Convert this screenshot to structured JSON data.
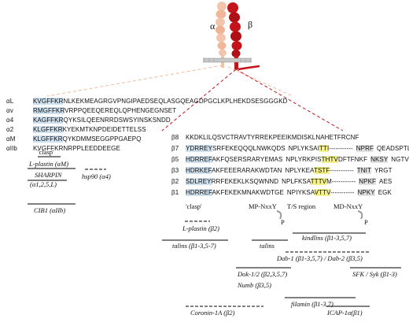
{
  "header": {
    "alpha_label": "α",
    "beta_label": "β"
  },
  "alpha_rows": [
    {
      "name": "αL",
      "hl": "KVGFFKR",
      "rest": "NLKEKMEAGRGVPNGIPAEDSEQLASGQEAGDPGCLKPLHEKDSESGGGKD"
    },
    {
      "name": "αv",
      "hl": "RMGFFKR",
      "rest": "VRPPQEEQEREQLQPHENGEGNSET"
    },
    {
      "name": "α4",
      "hl": "KAGFFKR",
      "rest": "QYKSILQEENRRDSWSYINSKSNDD"
    },
    {
      "name": "α2",
      "hl": "KLGFFKR",
      "rest": "KYEKMTKNPDEIDETTELSS"
    },
    {
      "name": "αM",
      "hl": "KLGFFKR",
      "rest": "QYKDMMSEGGPPGAEPQ"
    },
    {
      "name": "αIIb",
      "hl": "",
      "rest": "KVGFFKRNRPPLEEDDEEGE"
    }
  ],
  "alpha_clasp": "'clasp'",
  "alpha_binders": [
    {
      "text": "L-plastin (αM)"
    },
    {
      "text": "SHARPIN"
    },
    {
      "text": "(α1,2,5,L)"
    },
    {
      "text": "hsp90 (α4)"
    },
    {
      "text": "CIB1 (αIIb)"
    }
  ],
  "beta_rows": [
    {
      "name": "β8",
      "blue": "",
      "a": "KKDKLILQSVCTRAVTYRREKPEEIKMDISKLNAHETFRCNF",
      "b": "",
      "yel": "",
      "c": "",
      "grey": "",
      "d": ""
    },
    {
      "name": "β7",
      "blue": "YDRREY",
      "a": "SRFEKEQQQLNWKQDS",
      "b": "NPLY",
      "c": "KSAI",
      "yel": "TTI",
      "d": "-----------",
      "grey": "NPRF",
      "e": "QEADSPTL"
    },
    {
      "name": "β5",
      "blue": "HDRREF",
      "a": "AKFQSERSRARYEMAS",
      "b": "NPLY",
      "c": "RKPIS",
      "yel": "THTV",
      "d": "DFTFNKF",
      "grey": "NKSY",
      "e": "NGTVD"
    },
    {
      "name": "β3",
      "blue": "HDRKEF",
      "a": "AKFEEERARAKWDTAN",
      "b": "NPLY",
      "c": "KEA",
      "yel": "TSTF",
      "d": "-----------",
      "grey": "TNIT",
      "e": "YRGT"
    },
    {
      "name": "β2",
      "blue": "SDLREY",
      "a": "RRFEKEKLKSQWNND",
      "b": "NPLF",
      "c": "KSA",
      "yel": "TTTV",
      "d": "M-----------",
      "grey": "NPKF",
      "e": "AES"
    },
    {
      "name": "β1",
      "blue": "HDRREF",
      "a": "AKFEKEKMNAKWDTGE",
      "b": "NPIY",
      "c": "KSA",
      "yel": "VTTV",
      "d": "-----------",
      "grey": "NPKY",
      "e": "EGK"
    }
  ],
  "beta_region_labels": {
    "clasp": "'clasp'",
    "mp": "MP-NxxY",
    "ts": "T/S region",
    "md": "MD-NxxY",
    "p1": "P",
    "p2": "P"
  },
  "beta_binders": [
    {
      "text": "L-plastin (β2)"
    },
    {
      "text": "kindlins (β1-3,5,7)"
    },
    {
      "text": "talins (β1-3,5-7)"
    },
    {
      "text": "talins"
    },
    {
      "text": "Dab-1 (β1-3,5,7) / Dab-2 (β3,5)"
    },
    {
      "text": "Dok-1/2 (β2,3,5,7)"
    },
    {
      "text": "Numb (β3,5)"
    },
    {
      "text": "SFK / Syk (β1-3)"
    },
    {
      "text": "filamin (β1-3,7)"
    },
    {
      "text": "Coronin-1A (β2)"
    },
    {
      "text": "ICAP-1α(β1)"
    }
  ],
  "colors": {
    "alpha": "#f3c4ac",
    "beta": "#c5131b",
    "blue_hl": "#cfe0ee",
    "yellow_hl": "#f3f08a",
    "grey_hl": "#e1e1e1"
  }
}
